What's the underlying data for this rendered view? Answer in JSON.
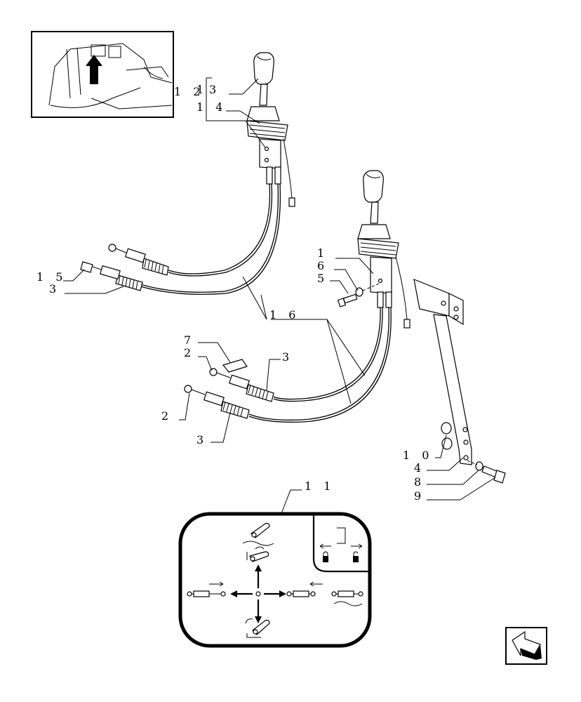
{
  "callouts": {
    "c12": "1 2",
    "c13a": "1",
    "c13b": "3",
    "c14": "1 4",
    "c15": "1 5",
    "c3_top": "3",
    "c1": "1",
    "c6": "6",
    "c5": "5",
    "c16": "1 6",
    "c7": "7",
    "c2_mid": "2",
    "c3_mid": "3",
    "c2_low": "2",
    "c3_low": "3",
    "c10": "1 0",
    "c4": "4",
    "c8": "8",
    "c9": "9",
    "c11": "1 1"
  },
  "icons": {
    "location_inset": "tractor-cab-location-icon",
    "joystick_upper": "joystick-lever-icon",
    "joystick_lower": "joystick-lever-icon",
    "bracket": "mounting-bracket-icon",
    "decal": "control-pattern-decal-icon",
    "next_page": "next-page-arrow-icon"
  },
  "colors": {
    "line": "#000000",
    "background": "#ffffff"
  }
}
